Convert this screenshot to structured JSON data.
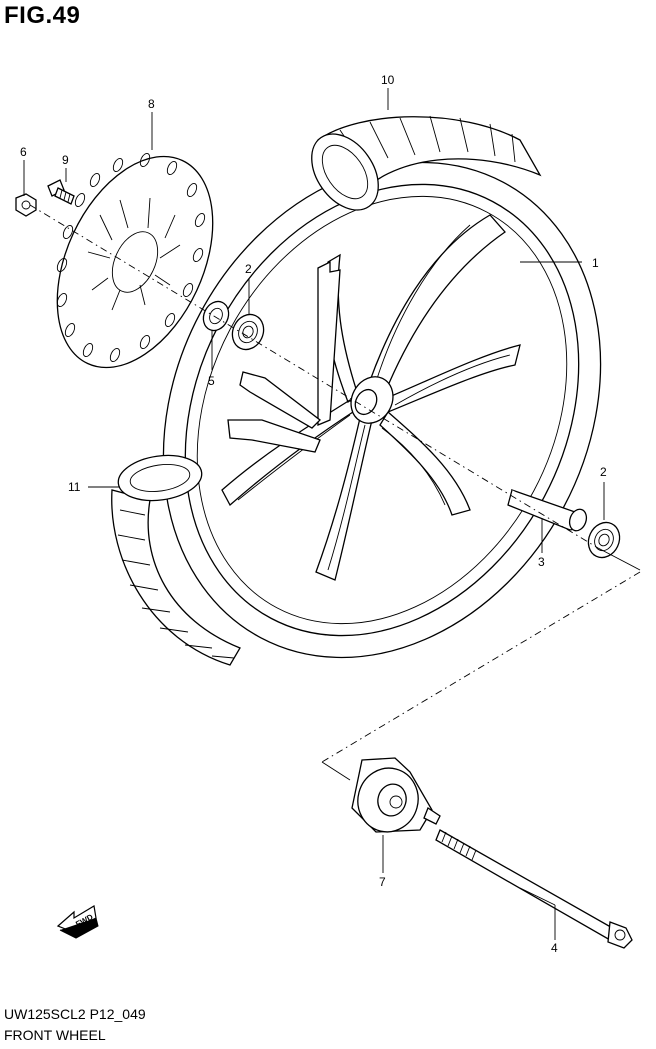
{
  "figure": {
    "title": "FIG.49",
    "model_code": "UW125SCL2 P12_049",
    "caption": "FRONT WHEEL"
  },
  "callouts": [
    {
      "id": "c1",
      "label": "1"
    },
    {
      "id": "c2a",
      "label": "2"
    },
    {
      "id": "c2b",
      "label": "2"
    },
    {
      "id": "c3",
      "label": "3"
    },
    {
      "id": "c4",
      "label": "4"
    },
    {
      "id": "c5",
      "label": "5"
    },
    {
      "id": "c6",
      "label": "6"
    },
    {
      "id": "c7",
      "label": "7"
    },
    {
      "id": "c8",
      "label": "8"
    },
    {
      "id": "c9",
      "label": "9"
    },
    {
      "id": "c10",
      "label": "10"
    },
    {
      "id": "c11",
      "label": "11"
    }
  ],
  "fwd_arrow": {
    "label": "FWD"
  }
}
